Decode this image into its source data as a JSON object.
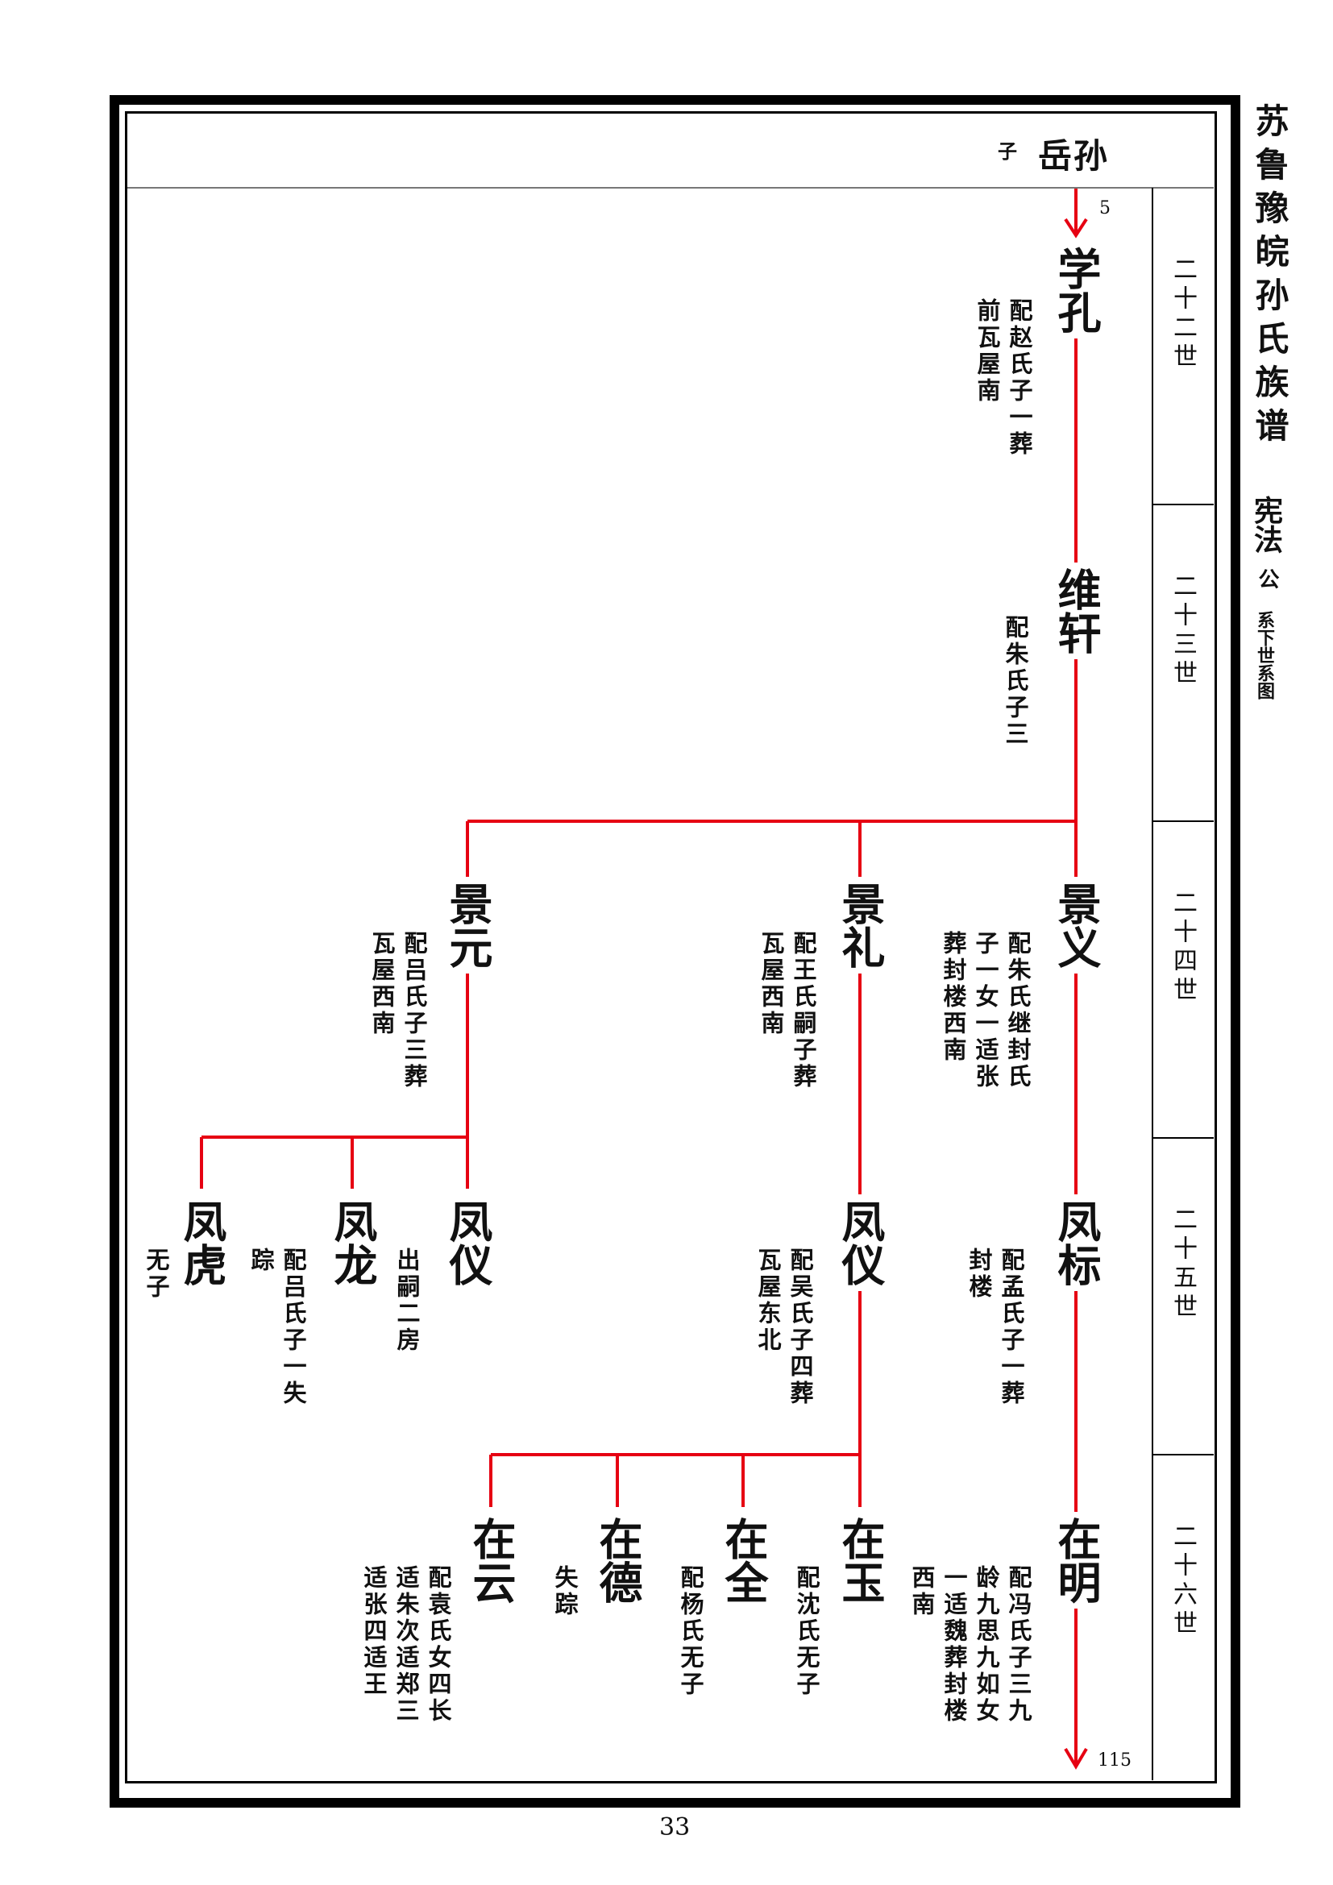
{
  "title": "苏鲁豫皖孙氏族谱",
  "subtitle": "宪法",
  "subtitle_gong": "公",
  "subtitle_tail": "系下世系图",
  "header": {
    "relation": "子",
    "ancestor": "岳孙"
  },
  "refs": {
    "from_page": "5",
    "to_page": "115"
  },
  "generations": [
    "二十二世",
    "二十三世",
    "二十四世",
    "二十五世",
    "二十六世"
  ],
  "persons": {
    "xuekong": {
      "name": "学孔",
      "note": [
        "配赵氏子一葬",
        "前瓦屋南"
      ]
    },
    "weixuan": {
      "name": "维轩",
      "note": [
        "配朱氏子三"
      ]
    },
    "jingyi": {
      "name": "景义",
      "note": [
        "配朱氏继封氏",
        "子一女一适张",
        "葬封楼西南"
      ]
    },
    "jingli": {
      "name": "景礼",
      "note": [
        "配王氏嗣子葬",
        "瓦屋西南"
      ]
    },
    "jingyuan": {
      "name": "景元",
      "note": [
        "配吕氏子三葬",
        "瓦屋西南"
      ]
    },
    "fengbiao": {
      "name": "凤标",
      "note": [
        "配孟氏子一葬",
        "封楼"
      ]
    },
    "fengyi_li": {
      "name": "凤仪",
      "note": [
        "配吴氏子四葬",
        "瓦屋东北"
      ]
    },
    "fengyi_yuan": {
      "name": "凤仪",
      "note": [
        "出嗣二房"
      ]
    },
    "fenglong": {
      "name": "凤龙",
      "note": [
        "配吕氏子一失",
        "踪"
      ]
    },
    "fenghu": {
      "name": "凤虎",
      "note": [
        "无子"
      ]
    },
    "zaiming": {
      "name": "在明",
      "note": [
        "配冯氏子三九",
        "龄九思九如女",
        "一适魏葬封楼",
        "西南"
      ]
    },
    "zaiyu": {
      "name": "在玉",
      "note": [
        "配沈氏无子"
      ]
    },
    "zaiquan": {
      "name": "在全",
      "note": [
        "配杨氏无子"
      ]
    },
    "zaide": {
      "name": "在德",
      "note": [
        "失踪"
      ]
    },
    "zaiyun": {
      "name": "在云",
      "note": [
        "配袁氏女四长",
        "适朱次适郑三",
        "适张四适王"
      ]
    }
  },
  "page_number": "33",
  "colors": {
    "line": "#e60012",
    "frame": "#000000"
  }
}
